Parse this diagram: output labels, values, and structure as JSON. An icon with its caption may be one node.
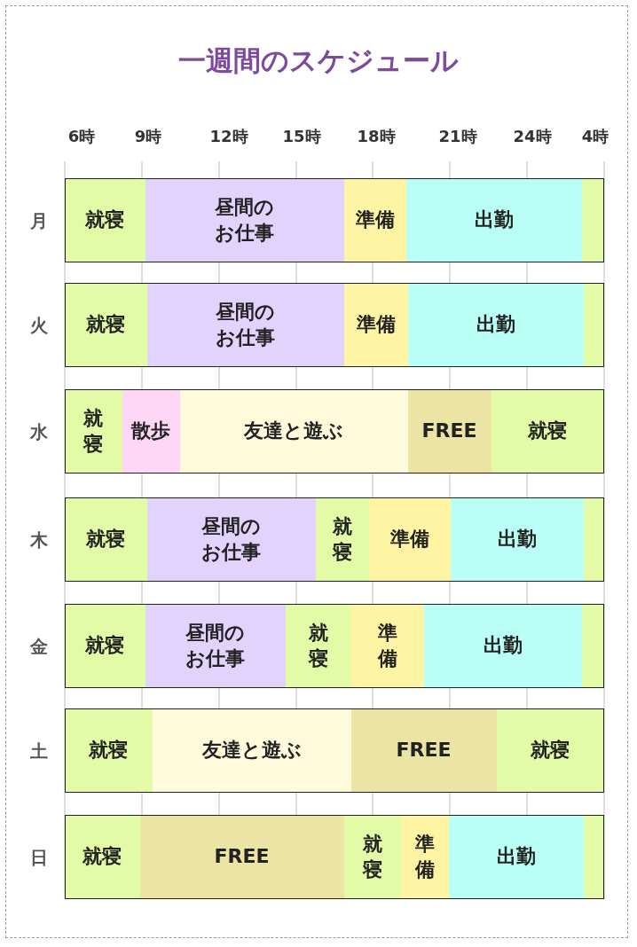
{
  "diagram": {
    "title": "一週間のスケジュール",
    "nodes": [
      {
        "text": [],
        "shape": "bar",
        "beside": [
          "月"
        ]
      },
      {
        "text": [
          "就寝"
        ],
        "in": 0
      },
      {
        "text": [
          "昼間のお仕事"
        ],
        "in": 0
      },
      {
        "text": [
          "準備"
        ],
        "in": 0
      },
      {
        "text": [
          "出勤"
        ],
        "in": 0
      },
      {
        "text": [],
        "shape": "box",
        "in": 0
      },
      {
        "text": [],
        "shape": "bar",
        "beside": [
          "火"
        ]
      },
      {
        "text": [
          "就寝"
        ],
        "in": 6
      },
      {
        "text": [
          "昼間のお仕事"
        ],
        "in": 6
      },
      {
        "text": [
          "準備"
        ],
        "in": 6
      },
      {
        "text": [
          "出勤"
        ],
        "in": 6
      },
      {
        "text": [],
        "shape": "box",
        "in": 6
      },
      {
        "text": [],
        "shape": "bar",
        "beside": [
          "水"
        ]
      },
      {
        "text": [
          "就寝"
        ],
        "in": 12
      },
      {
        "text": [
          "散歩"
        ],
        "in": 12
      },
      {
        "text": [
          "友達と遊ぶ"
        ],
        "in": 12
      },
      {
        "text": [
          "FREE"
        ],
        "in": 12
      },
      {
        "text": [
          "就寝"
        ],
        "in": 12
      },
      {
        "text": [],
        "shape": "bar",
        "beside": [
          "木"
        ]
      },
      {
        "text": [
          "就寝"
        ],
        "in": 18
      },
      {
        "text": [
          "昼間のお仕事"
        ],
        "in": 18
      },
      {
        "text": [
          "就寝"
        ],
        "in": 18
      },
      {
        "text": [
          "準備"
        ],
        "in": 18
      },
      {
        "text": [
          "出勤"
        ],
        "in": 18
      },
      {
        "text": [],
        "shape": "box",
        "in": 18
      },
      {
        "text": [],
        "shape": "bar",
        "beside": [
          "金"
        ]
      },
      {
        "text": [
          "就寝"
        ],
        "in": 25
      },
      {
        "text": [
          "昼間のお仕事"
        ],
        "in": 25
      },
      {
        "text": [
          "就寝"
        ],
        "in": 25
      },
      {
        "text": [
          "準備"
        ],
        "in": 25
      },
      {
        "text": [
          "出勤"
        ],
        "in": 25
      },
      {
        "text": [],
        "shape": "box",
        "in": 25
      },
      {
        "text": [],
        "shape": "bar",
        "beside": [
          "土"
        ]
      },
      {
        "text": [
          "就寝"
        ],
        "in": 32
      },
      {
        "text": [
          "友達と遊ぶ"
        ],
        "in": 32
      },
      {
        "text": [
          "FREE"
        ],
        "in": 32
      },
      {
        "text": [
          "就寝"
        ],
        "in": 32
      },
      {
        "text": [],
        "shape": "bar",
        "beside": [
          "日"
        ]
      },
      {
        "text": [
          "就寝"
        ],
        "in": 37
      },
      {
        "text": [
          "FREE"
        ],
        "in": 37
      },
      {
        "text": [
          "就寝"
        ],
        "in": 37
      },
      {
        "text": [
          "準備"
        ],
        "in": 37
      },
      {
        "text": [
          "出勤"
        ],
        "in": 37
      },
      {
        "text": [],
        "shape": "box",
        "in": 37
      }
    ],
    "labels": [
      "6時",
      "9時",
      "12時",
      "15時",
      "18時",
      "21時",
      "24時",
      "4時"
    ]
  }
}
